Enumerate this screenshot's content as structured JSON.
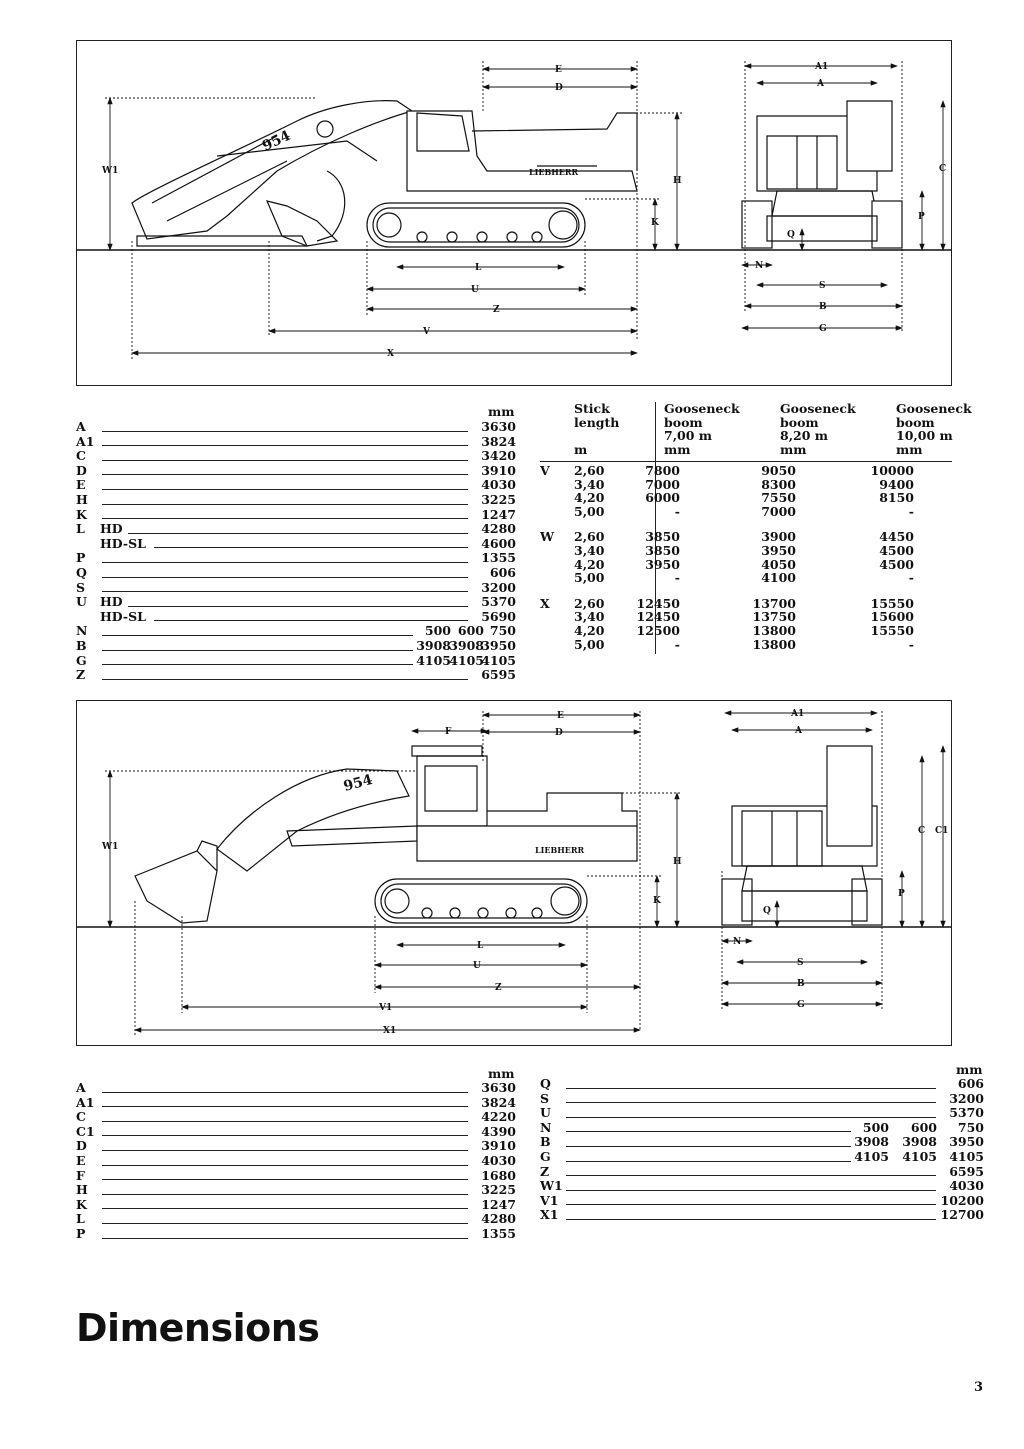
{
  "diagram1": {
    "labels": {
      "E": "E",
      "D": "D",
      "W1": "W1",
      "H": "H",
      "K": "K",
      "L": "L",
      "U": "U",
      "Z": "Z",
      "V": "V",
      "X": "X",
      "A1": "A1",
      "A": "A",
      "C": "C",
      "P": "P",
      "Q": "Q",
      "N": "N",
      "S": "S",
      "B": "B",
      "G": "G"
    },
    "logo": "LIEBHERR",
    "model": "954"
  },
  "table1": {
    "unit": "mm",
    "rows": [
      {
        "label": "A",
        "value": "3630"
      },
      {
        "label": "A1",
        "value": "3824"
      },
      {
        "label": "C",
        "value": "3420"
      },
      {
        "label": "D",
        "value": "3910"
      },
      {
        "label": "E",
        "value": "4030"
      },
      {
        "label": "H",
        "value": "3225"
      },
      {
        "label": "K",
        "value": "1247"
      },
      {
        "label": "L",
        "sub": "HD",
        "value": "4280"
      },
      {
        "label": "",
        "sub": "HD-SL",
        "value": "4600"
      },
      {
        "label": "P",
        "value": "1355"
      },
      {
        "label": "Q",
        "value": "606"
      },
      {
        "label": "S",
        "value": "3200"
      },
      {
        "label": "U",
        "sub": "HD",
        "value": "5370"
      },
      {
        "label": "",
        "sub": "HD-SL",
        "value": "5690"
      },
      {
        "label": "N",
        "vals": [
          "500",
          "600",
          "750"
        ]
      },
      {
        "label": "B",
        "vals": [
          "3908",
          "3908",
          "3950"
        ]
      },
      {
        "label": "G",
        "vals": [
          "4105",
          "4105",
          "4105"
        ]
      },
      {
        "label": "Z",
        "value": "6595"
      }
    ]
  },
  "stick_table": {
    "headers": {
      "stick": [
        "Stick",
        "length",
        "",
        "m"
      ],
      "g1": [
        "Gooseneck",
        "boom",
        "7,00 m",
        "mm"
      ],
      "g2": [
        "Gooseneck",
        "boom",
        "8,20 m",
        "mm"
      ],
      "g3": [
        "Gooseneck",
        "boom",
        "10,00 m",
        "mm"
      ]
    },
    "groups": [
      {
        "label": "V",
        "rows": [
          {
            "len": "2,60",
            "a": "7800",
            "b": "9050",
            "c": "10000"
          },
          {
            "len": "3,40",
            "a": "7000",
            "b": "8300",
            "c": "9400"
          },
          {
            "len": "4,20",
            "a": "6000",
            "b": "7550",
            "c": "8150"
          },
          {
            "len": "5,00",
            "a": "-",
            "b": "7000",
            "c": "-"
          }
        ]
      },
      {
        "label": "W",
        "rows": [
          {
            "len": "2,60",
            "a": "3850",
            "b": "3900",
            "c": "4450"
          },
          {
            "len": "3,40",
            "a": "3850",
            "b": "3950",
            "c": "4500"
          },
          {
            "len": "4,20",
            "a": "3950",
            "b": "4050",
            "c": "4500"
          },
          {
            "len": "5,00",
            "a": "-",
            "b": "4100",
            "c": "-"
          }
        ]
      },
      {
        "label": "X",
        "rows": [
          {
            "len": "2,60",
            "a": "12450",
            "b": "13700",
            "c": "15550"
          },
          {
            "len": "3,40",
            "a": "12450",
            "b": "13750",
            "c": "15600"
          },
          {
            "len": "4,20",
            "a": "12500",
            "b": "13800",
            "c": "15550"
          },
          {
            "len": "5,00",
            "a": "-",
            "b": "13800",
            "c": "-"
          }
        ]
      }
    ]
  },
  "diagram2": {
    "labels": {
      "F": "F",
      "E": "E",
      "D": "D",
      "W1": "W1",
      "H": "H",
      "K": "K",
      "L": "L",
      "U": "U",
      "Z": "Z",
      "V1": "V1",
      "X1": "X1",
      "A1": "A1",
      "A": "A",
      "C": "C",
      "C1": "C1",
      "P": "P",
      "Q": "Q",
      "N": "N",
      "S": "S",
      "B": "B",
      "G": "G"
    },
    "logo": "LIEBHERR",
    "model": "954"
  },
  "table2_left": {
    "unit": "mm",
    "rows": [
      {
        "label": "A",
        "value": "3630"
      },
      {
        "label": "A1",
        "value": "3824"
      },
      {
        "label": "C",
        "value": "4220"
      },
      {
        "label": "C1",
        "value": "4390"
      },
      {
        "label": "D",
        "value": "3910"
      },
      {
        "label": "E",
        "value": "4030"
      },
      {
        "label": "F",
        "value": "1680"
      },
      {
        "label": "H",
        "value": "3225"
      },
      {
        "label": "K",
        "value": "1247"
      },
      {
        "label": "L",
        "value": "4280"
      },
      {
        "label": "P",
        "value": "1355"
      }
    ]
  },
  "table2_right": {
    "unit": "mm",
    "rows": [
      {
        "label": "Q",
        "value": "606"
      },
      {
        "label": "S",
        "value": "3200"
      },
      {
        "label": "U",
        "value": "5370"
      },
      {
        "label": "N",
        "vals": [
          "500",
          "600",
          "750"
        ]
      },
      {
        "label": "B",
        "vals": [
          "3908",
          "3908",
          "3950"
        ]
      },
      {
        "label": "G",
        "vals": [
          "4105",
          "4105",
          "4105"
        ]
      },
      {
        "label": "Z",
        "value": "6595"
      },
      {
        "label": "W1",
        "value": "4030"
      },
      {
        "label": "V1",
        "value": "10200"
      },
      {
        "label": "X1",
        "value": "12700"
      }
    ]
  },
  "page_title": "Dimensions",
  "page_number": "3"
}
